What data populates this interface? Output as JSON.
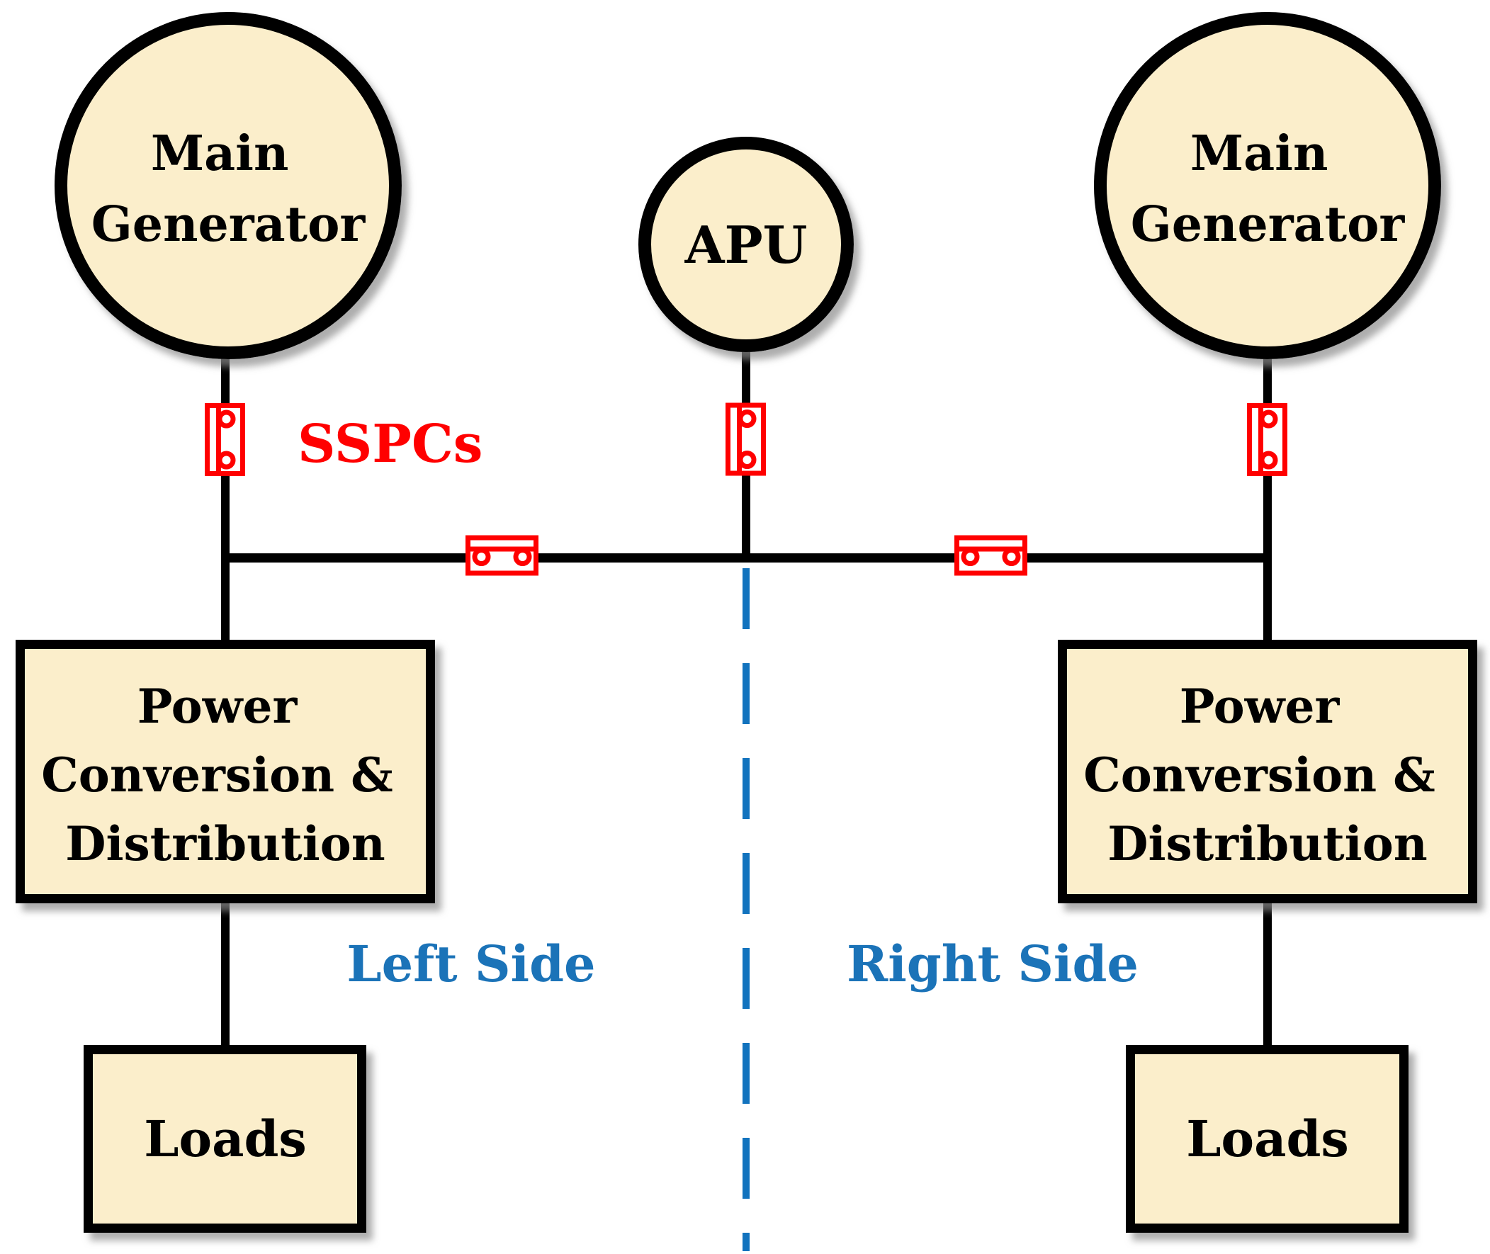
{
  "colors": {
    "node_fill": "#FBEECB",
    "outline": "#000000",
    "wire_black": "#000000",
    "sspc_red": "#FF0000",
    "divider_blue": "#1273BE",
    "label_blue": "#1B73B8"
  },
  "nodes": {
    "left_generator": {
      "line1": "Main",
      "line2": "Generator"
    },
    "apu": {
      "label": "APU"
    },
    "right_generator": {
      "line1": "Main",
      "line2": "Generator"
    },
    "left_pcd": {
      "line1": "Power",
      "line2": "Conversion &",
      "line3": "Distribution"
    },
    "right_pcd": {
      "line1": "Power",
      "line2": "Conversion &",
      "line3": "Distribution"
    },
    "left_loads": {
      "label": "Loads"
    },
    "right_loads": {
      "label": "Loads"
    }
  },
  "annotations": {
    "sspcs_label": "SSPCs",
    "left_side_label": "Left Side",
    "right_side_label": "Right Side"
  }
}
